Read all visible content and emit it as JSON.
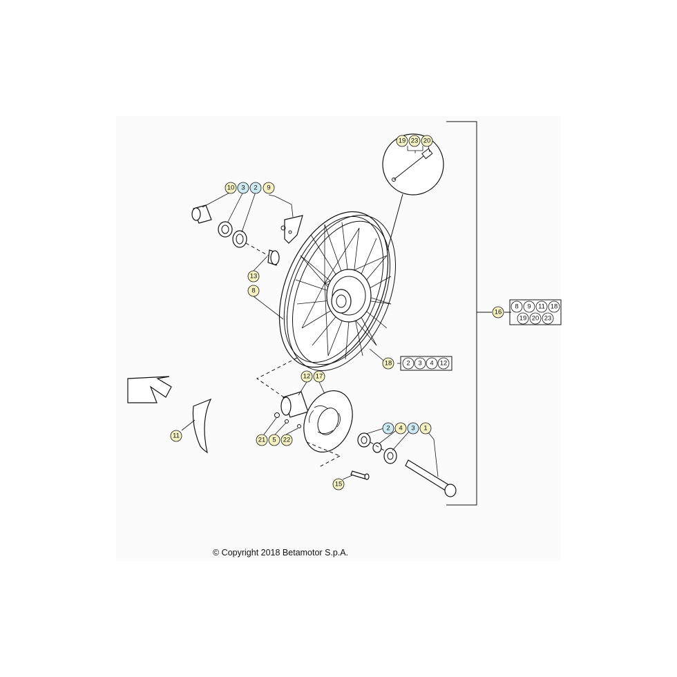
{
  "copyright": "© Copyright 2018 Betamotor S.p.A.",
  "callouts": {
    "c10": "10",
    "c3a": "3",
    "c2a": "2",
    "c9": "9",
    "c13": "13",
    "c8": "8",
    "c19a": "19",
    "c23a": "23",
    "c20a": "20",
    "c16": "16",
    "g16_8": "8",
    "g16_9": "9",
    "g16_11": "11",
    "g16_18": "18",
    "g16_19": "19",
    "g16_20": "20",
    "g16_23": "23",
    "c18": "18",
    "g18_2": "2",
    "g18_3": "3",
    "g18_4": "4",
    "g18_12": "12",
    "c12": "12",
    "c17": "17",
    "c11": "11",
    "c21": "21",
    "c5": "5",
    "c22": "22",
    "c2b": "2",
    "c4": "4",
    "c3b": "3",
    "c1": "1",
    "c15": "15"
  },
  "colors": {
    "callout_yellow": "#f4f2c2",
    "callout_blue": "#cdeaf2",
    "line": "#111111"
  }
}
